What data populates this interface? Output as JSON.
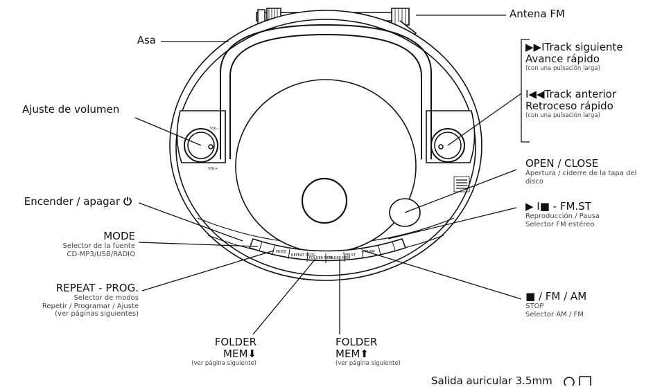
{
  "labels": {
    "antena": "Antena FM",
    "asa": "Asa",
    "volumen": "Ajuste de volumen",
    "next_title": "Track siguiente",
    "next_sub": "Avance rápido",
    "next_note": "(con una pulsación larga)",
    "prev_title": "Track anterior",
    "prev_sub": "Retroceso rápido",
    "prev_note": "(con una pulsación larga)",
    "open_title": "OPEN / CLOSE",
    "open_desc_1": "Apertura / ciderre de la tapa del",
    "open_desc_2": "disco",
    "power": "Encender / apagar",
    "mode_title": "MODE",
    "mode_desc_1": "Selector de la fuente",
    "mode_desc_2": "CD-MP3/USB/RADIO",
    "play_title": "- FM.ST",
    "play_desc_1": "Reproducción / Pausa",
    "play_desc_2": "Selector FM estéreo",
    "repeat_title": "REPEAT - PROG.",
    "repeat_desc_1": "Selector de modos",
    "repeat_desc_2": "Repetir / Programar / Ajuste",
    "repeat_desc_3": "(ver páginas siguientes)",
    "stop_title": "/ FM / AM",
    "stop_desc_1": "STOP",
    "stop_desc_2": "Selector AM / FM",
    "folder_down_1": "FOLDER",
    "folder_down_2": "MEM",
    "folder_down_note": "(ver página siguiente)",
    "folder_up_1": "FOLDER",
    "folder_up_2": "MEM",
    "folder_up_note": "(ver página siguiente)",
    "salida": "Salida auricular 3.5mm"
  },
  "device_text": {
    "vol_minus": "VOL-",
    "vol_plus": "VOL+",
    "btn_mode": "MODE",
    "btn_repeat": "REPEAT PROG.",
    "btn_folder_down": "FOLDER MEM",
    "btn_folder_up": "FOLDER MEM",
    "btn_play": "FM.ST",
    "btn_stop": "FM/AM"
  },
  "icons": {
    "next": "next-track-icon",
    "prev": "previous-track-icon",
    "power": "power-icon",
    "play_pause": "play-pause-icon",
    "stop": "stop-icon",
    "arrow_down": "arrow-down-icon",
    "arrow_up": "arrow-up-icon"
  }
}
